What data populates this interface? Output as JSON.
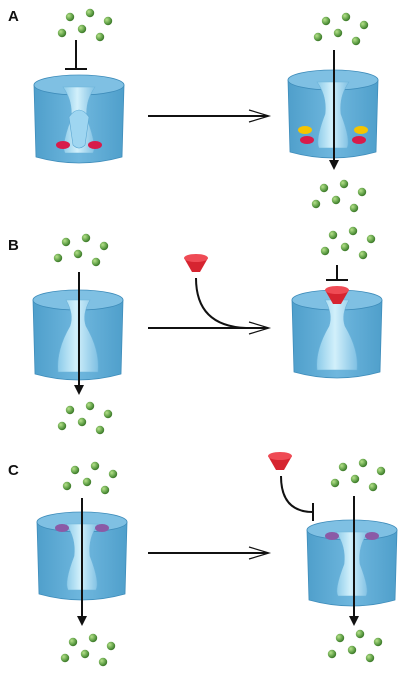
{
  "panels": [
    {
      "label": "A",
      "left_state": "blocked",
      "right_state": "open",
      "left_sites": "red",
      "right_sites": "red-yellow"
    },
    {
      "label": "B",
      "left_state": "open",
      "right_state": "blocked-by-ligand",
      "left_sites": "none",
      "right_sites": "none"
    },
    {
      "label": "C",
      "left_state": "open",
      "right_state": "open",
      "left_sites": "purple",
      "right_sites": "purple"
    }
  ],
  "colors": {
    "channel_face": "#63aed8",
    "channel_top": "#7fc0e3",
    "channel_inner": "#aee0f6",
    "molecule": "#6aa84f",
    "ligand": "#d62430",
    "site_red": "#d81b4b",
    "site_yellow": "#f5c400",
    "site_purple": "#8b5aa6",
    "arrow": "#111111"
  }
}
